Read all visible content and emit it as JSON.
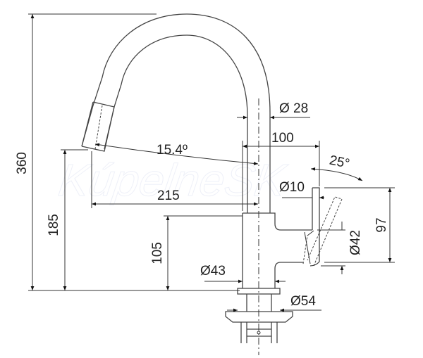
{
  "drawing": {
    "title": "Faucet dimension drawing",
    "watermark": "KúpelneSK",
    "dimensions": {
      "total_height": "360",
      "spout_outlet_height": "185",
      "body_height": "105",
      "spout_diameter": "Ø 28",
      "handle_offset": "100",
      "spout_angle": "15.4º",
      "spout_reach": "215",
      "handle_angle": "25°",
      "handle_diameter": "Ø10",
      "handle_height": "97",
      "handle_base_diameter": "Ø42",
      "body_diameter": "Ø43",
      "base_diameter": "Ø54"
    }
  }
}
